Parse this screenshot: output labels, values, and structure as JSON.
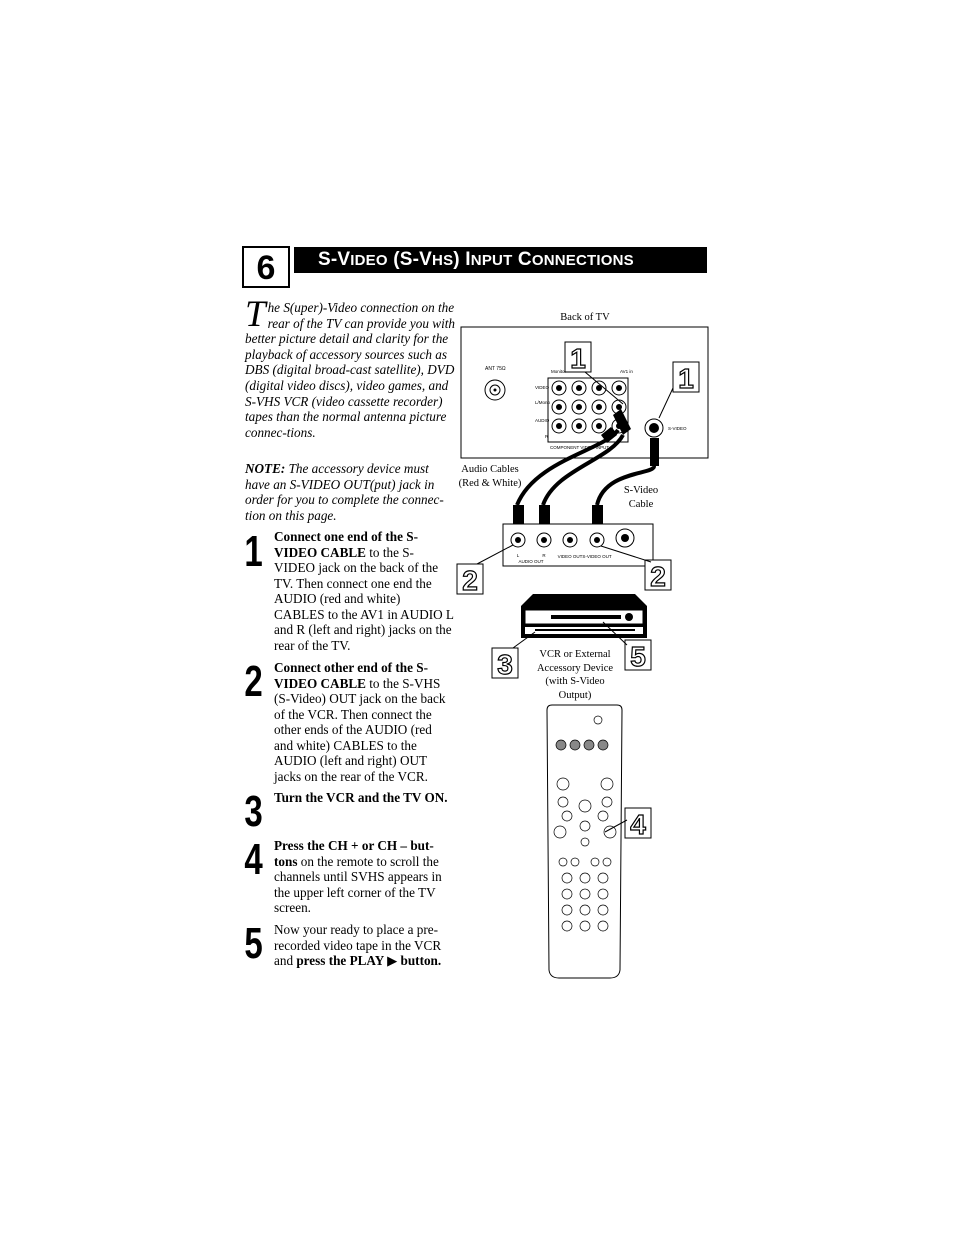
{
  "header": {
    "page_number": "6",
    "title_parts": [
      "S-V",
      "IDEO",
      " (S-V",
      "HS",
      ") I",
      "NPUT",
      " C",
      "ONNECTIONS"
    ]
  },
  "intro": {
    "dropcap": "T",
    "text": "he S(uper)-Video connection on the rear of the TV can provide you with better picture detail and clarity for the playback of accessory sources such as DBS (digital broad-cast satellite), DVD (digital video discs), video games, and S-VHS VCR (video cassette recorder) tapes than the normal antenna picture connec-tions."
  },
  "note": {
    "label": "NOTE:",
    "text": " The accessory device must have an S-VIDEO OUT(put) jack in order for you to complete the connec-tion on this page."
  },
  "steps": [
    {
      "num": "1",
      "bold": "Connect one end of the S-VIDEO CABLE",
      "text": " to the S-VIDEO jack on the back of the TV. Then connect one end the AUDIO (red and white) CABLES to the AV1 in AUDIO L and R (left and right) jacks on the rear of the TV."
    },
    {
      "num": "2",
      "bold": "Connect other end of the S-VIDEO CABLE",
      "text": " to the S-VHS (S-Video) OUT jack on the back of the VCR. Then connect the other ends of the AUDIO (red and white) CABLES to the AUDIO (left and right) OUT jacks on the rear of the VCR."
    },
    {
      "num": "3",
      "bold": "Turn the VCR and the TV ON.",
      "text": ""
    },
    {
      "num": "4",
      "bold": "Press the CH + or CH – but-tons",
      "text": " on the remote to scroll the channels until SVHS appears in the upper left corner of the TV screen."
    },
    {
      "num": "5",
      "pre": "Now your ready to place a pre-recorded video tape in the VCR and ",
      "bold": "press the PLAY ▶ button.",
      "text": ""
    }
  ],
  "diagram": {
    "back_of_tv": "Back of TV",
    "audio_cables": "Audio Cables (Red & White)",
    "svideo_cable": "S-Video Cable",
    "vcr_label": "VCR or External Accessory Device (with S-Video Output)",
    "callouts": [
      "1",
      "1",
      "2",
      "2",
      "3",
      "5",
      "4"
    ],
    "tv_jacks": {
      "ant": "ANT 75Ω",
      "monitor": "Monitor",
      "av1_in": "AV1 in",
      "video": "VIDEO",
      "lmono": "L/Mono",
      "audio": "AUDIO",
      "r": "R",
      "component": "COMPONENT VIDEO INPUT",
      "svideo": "S-VIDEO"
    },
    "vcr_jacks": {
      "l": "L",
      "r": "R",
      "audio_out": "AUDIO OUT",
      "video_out": "VIDEO OUT",
      "svideo_out": "S-VIDEO OUT"
    }
  }
}
